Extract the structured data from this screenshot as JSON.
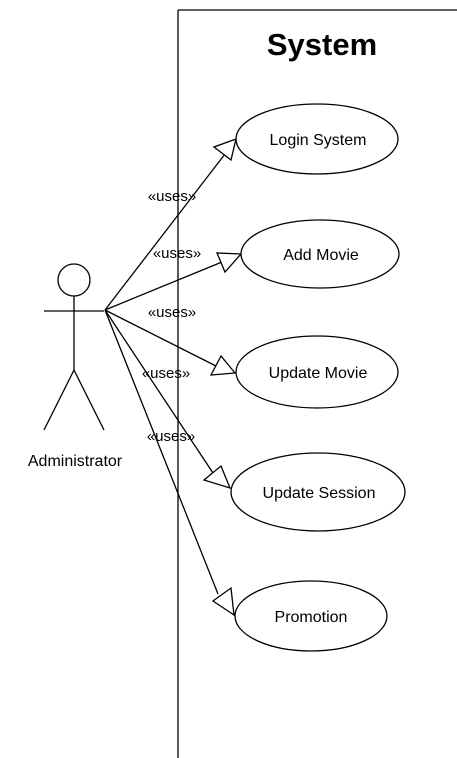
{
  "system": {
    "title": "System"
  },
  "actor": {
    "name": "Administrator"
  },
  "relation_label": "«uses»",
  "use_cases": [
    {
      "label": "Login System"
    },
    {
      "label": "Add Movie"
    },
    {
      "label": "Update Movie"
    },
    {
      "label": "Update Session"
    },
    {
      "label": "Promotion"
    }
  ],
  "colors": {
    "stroke": "#000000",
    "background": "#ffffff"
  }
}
